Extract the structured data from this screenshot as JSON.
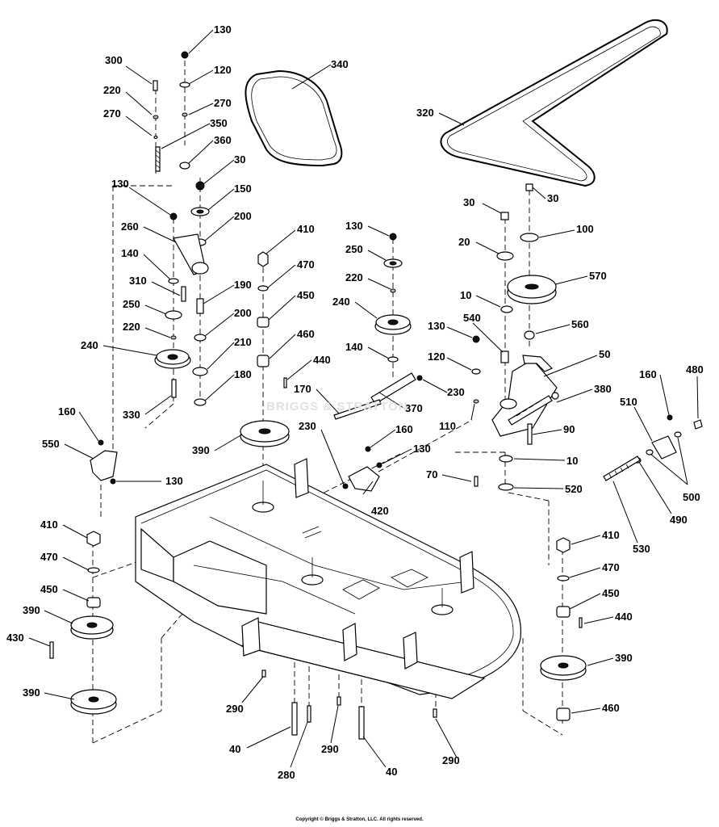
{
  "watermark": "BRIGGS & STRATTON",
  "copyright": "Copyright © Briggs & Stratton, LLC. All rights reserved.",
  "callouts": [
    "130",
    "300",
    "120",
    "220",
    "270",
    "270",
    "350",
    "360",
    "30",
    "150",
    "130",
    "200",
    "260",
    "140",
    "310",
    "190",
    "250",
    "200",
    "220",
    "240",
    "210",
    "180",
    "330",
    "160",
    "550",
    "130",
    "410",
    "470",
    "450",
    "390",
    "430",
    "390",
    "340",
    "320",
    "410",
    "470",
    "450",
    "460",
    "440",
    "390",
    "130",
    "250",
    "220",
    "240",
    "140",
    "170",
    "370",
    "230",
    "230",
    "160",
    "130",
    "420",
    "30",
    "30",
    "100",
    "20",
    "570",
    "10",
    "560",
    "540",
    "130",
    "120",
    "50",
    "110",
    "380",
    "90",
    "10",
    "70",
    "520",
    "160",
    "480",
    "510",
    "500",
    "490",
    "530",
    "410",
    "470",
    "450",
    "440",
    "390",
    "460",
    "290",
    "40",
    "280",
    "290",
    "40",
    "290"
  ]
}
